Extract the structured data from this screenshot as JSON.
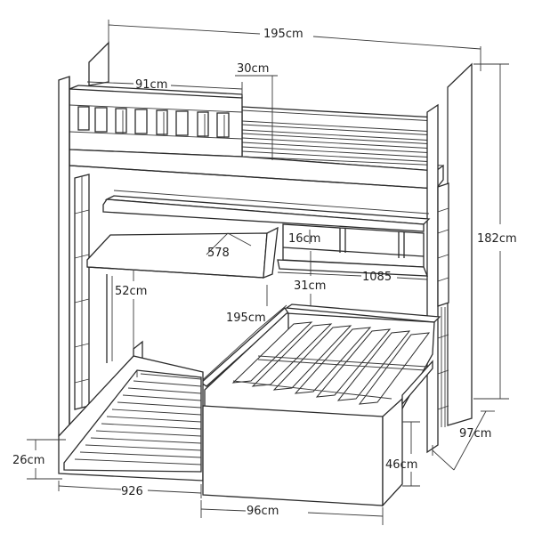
{
  "dimensions": {
    "total_length": "195cm",
    "rail_length": "91cm",
    "rail_height": "30cm",
    "total_height": "182cm",
    "shelf_height": "16cm",
    "desk_depth": "578",
    "desk_width": "1085",
    "desk_clearance": "31cm",
    "lower_clearance": "52cm",
    "trundle_length": "195cm",
    "drawer_height": "26cm",
    "drawer_length": "926",
    "trundle_height": "46cm",
    "trundle_width": "96cm",
    "depth": "97cm"
  }
}
